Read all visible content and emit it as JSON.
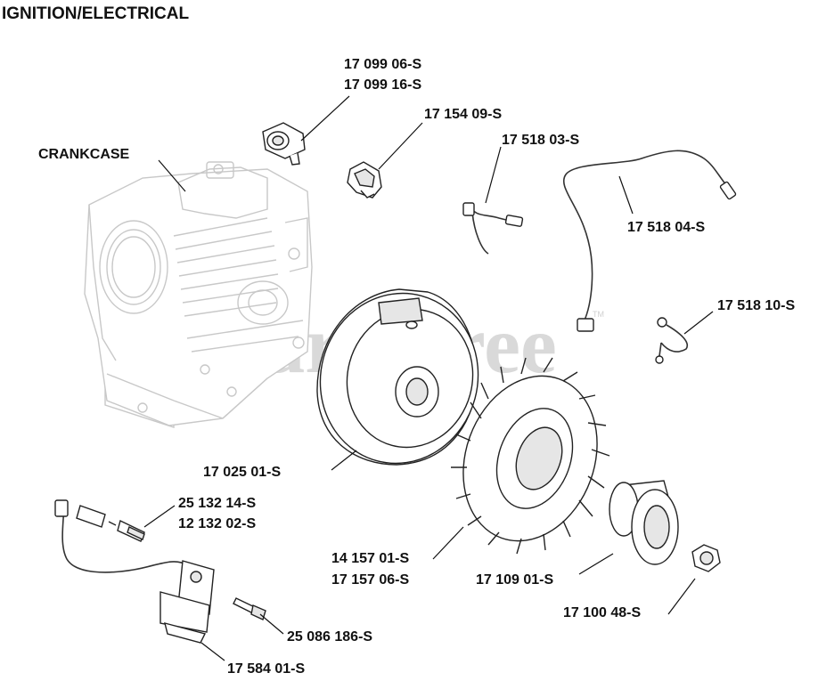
{
  "title": "IGNITION/ELECTRICAL",
  "watermark": "PartsTree",
  "trademark": "TM",
  "labels": {
    "crankcase": "CRANKCASE",
    "p_17_099_06": "17 099 06-S",
    "p_17_099_16": "17 099 16-S",
    "p_17_154_09": "17 154 09-S",
    "p_17_518_03": "17 518 03-S",
    "p_17_518_04": "17 518 04-S",
    "p_17_518_10": "17 518 10-S",
    "p_17_025_01": "17 025 01-S",
    "p_25_132_14": "25 132 14-S",
    "p_12_132_02": "12 132 02-S",
    "p_14_157_01": "14 157 01-S",
    "p_17_157_06": "17 157 06-S",
    "p_17_109_01": "17 109 01-S",
    "p_17_100_48": "17 100 48-S",
    "p_25_086_186": "25 086 186-S",
    "p_17_584_01": "17 584 01-S"
  },
  "colors": {
    "ghost_outline": "#c8c8c8",
    "part_outline": "#222222",
    "watermark": "#d9d9d9"
  }
}
